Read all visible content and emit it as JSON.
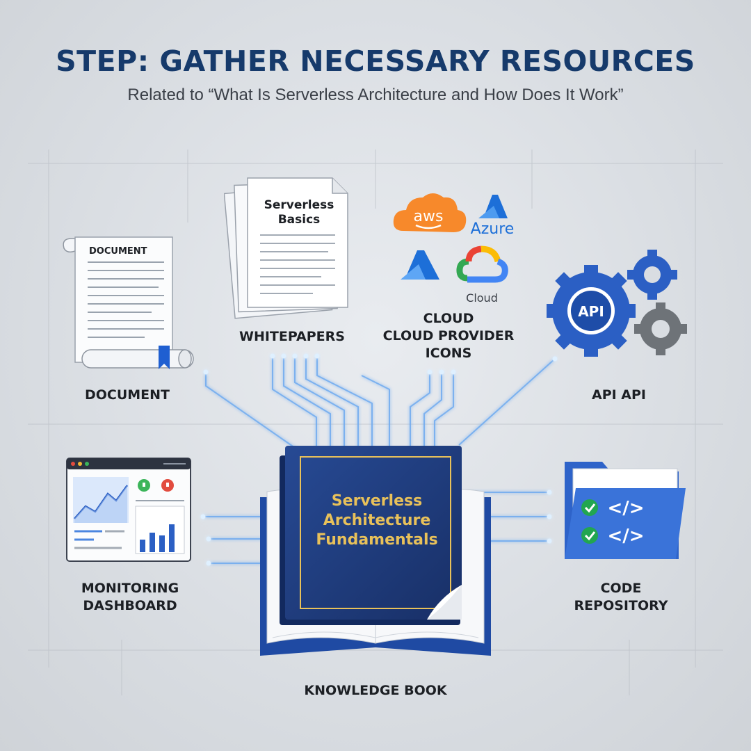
{
  "header": {
    "title": "STEP: GATHER NECESSARY RESOURCES",
    "subtitle": "Related to “What Is Serverless Architecture and How Does It Work”"
  },
  "nodes": {
    "document": {
      "label": "DOCUMENT",
      "inner_title": "DOCUMENT"
    },
    "whitepapers": {
      "label": "WHITEPAPERS",
      "inner_title_line1": "Serverless",
      "inner_title_line2": "Basics"
    },
    "cloud": {
      "label_line1": "CLOUD",
      "label_line2": "CLOUD PROVIDER",
      "label_line3": "ICONS",
      "aws": "aws",
      "azure": "Azure",
      "gcloud": "Cloud"
    },
    "api": {
      "label": "API API",
      "gear_text": "API"
    },
    "monitoring": {
      "label_line1": "MONITORING",
      "label_line2": "DASHBOARD"
    },
    "code": {
      "label_line1": "CODE",
      "label_line2": "REPOSITORY",
      "tag": "</>"
    },
    "book": {
      "label": "KNOWLEDGE BOOK",
      "title_line1": "Serverless",
      "title_line2": "Architecture",
      "title_line3": "Fundamentals"
    }
  },
  "colors": {
    "title": "#163a6b",
    "book_cover": "#1f3f86",
    "book_title": "#e8c15a",
    "connector": "#6aa8f0",
    "aws": "#f7892b",
    "azure": "#1d6fd8",
    "gcloud_red": "#ea4335",
    "gcloud_yellow": "#fbbc05",
    "gcloud_green": "#34a853",
    "gcloud_blue": "#4285f4",
    "gear_blue": "#2b5fc4",
    "gear_gray": "#6e7378",
    "folder": "#2e63c9",
    "check": "#22a650"
  }
}
